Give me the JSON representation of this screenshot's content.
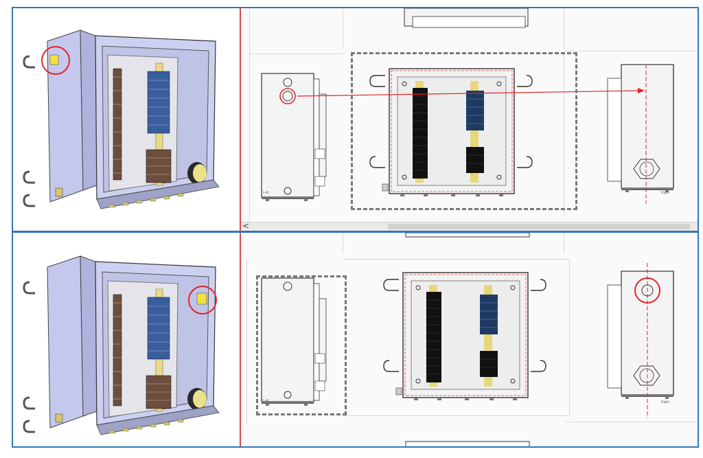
{
  "panels": [
    {
      "id": "top",
      "views": {
        "left_caption": "Left",
        "right_caption": "Right"
      }
    },
    {
      "id": "bottom",
      "views": {
        "left_caption": "Left",
        "right_caption": "Right"
      }
    }
  ],
  "scrollbar": {
    "arrow": "<"
  },
  "colors": {
    "frame": "#2f77b8",
    "divider": "#d6494c",
    "highlight_circle": "#e0262b",
    "enclosure_3d": "#c9cdef",
    "din_rail": "#e8d98a"
  },
  "icons": [
    "chevron-left-icon"
  ]
}
